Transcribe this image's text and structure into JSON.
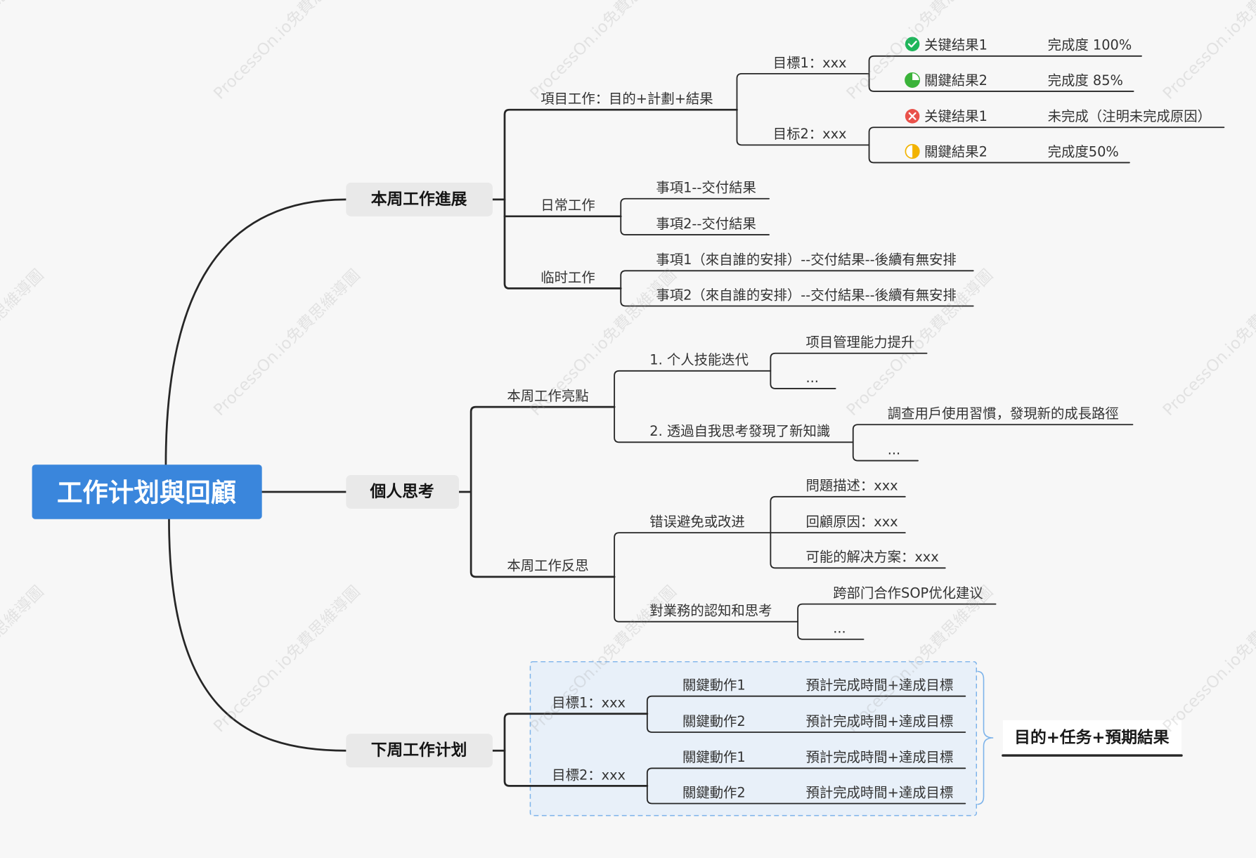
{
  "watermark": {
    "text": "ProcessOn.io免費思維導圖"
  },
  "colors": {
    "background": "#f7f7f7",
    "root": "#3a86dc",
    "line": "#262626",
    "main_topic": "#e9e9e9",
    "boundary": "#7db3ea",
    "boundary_fill": "#e8f0f9",
    "done": "#1db65a",
    "progress": "#3bb33a",
    "failed": "#e9514a",
    "half": "#f2b300"
  },
  "root": {
    "title": "工作计划與回顧"
  },
  "progress": {
    "label": "本周工作進展",
    "project": {
      "label": "項目工作：目的+計劃+結果",
      "goals": [
        {
          "label": "目標1：xxx",
          "results": [
            {
              "label": "关键结果1",
              "status": "完成度 100%",
              "icon": "check-icon"
            },
            {
              "label": "關鍵結果2",
              "status": "完成度 85%",
              "icon": "progress-three-quarter-icon"
            }
          ]
        },
        {
          "label": "目标2：xxx",
          "results": [
            {
              "label": "关键结果1",
              "status": "未完成（注明未完成原因）",
              "icon": "cross-icon"
            },
            {
              "label": "關鍵結果2",
              "status": "完成度50%",
              "icon": "progress-half-icon"
            }
          ]
        }
      ]
    },
    "daily": {
      "label": "日常工作",
      "items": [
        "事項1--交付結果",
        "事項2--交付結果"
      ]
    },
    "adhoc": {
      "label": "临时工作",
      "items": [
        "事項1（來自誰的安排）--交付結果--後續有無安排",
        "事項2（來自誰的安排）--交付結果--後續有無安排"
      ]
    }
  },
  "thinking": {
    "label": "個人思考",
    "highlights": {
      "label": "本周工作亮點",
      "groups": [
        {
          "label": "1. 个人技能迭代",
          "items": [
            "项目管理能力提升",
            "..."
          ]
        },
        {
          "label": "2. 透過自我思考發現了新知識",
          "items": [
            "調查用戶使用習慣，發現新的成長路徑",
            "..."
          ]
        }
      ]
    },
    "reflection": {
      "label": "本周工作反思",
      "groups": [
        {
          "label": "错误避免或改进",
          "items": [
            "問題描述：xxx",
            "回顧原因：xxx",
            "可能的解决方案：xxx"
          ]
        },
        {
          "label": "對業務的認知和思考",
          "items": [
            "跨部门合作SOP优化建议",
            "..."
          ]
        }
      ]
    }
  },
  "next_week": {
    "label": "下周工作计划",
    "goals": [
      {
        "label": "目標1：xxx",
        "actions": [
          {
            "label": "關鍵動作1",
            "detail": "預計完成時間+達成目標"
          },
          {
            "label": "關鍵動作2",
            "detail": "預計完成時間+達成目標"
          }
        ]
      },
      {
        "label": "目標2：xxx",
        "actions": [
          {
            "label": "關鍵動作1",
            "detail": "預計完成時間+達成目標"
          },
          {
            "label": "關鍵動作2",
            "detail": "預計完成時間+達成目標"
          }
        ]
      }
    ],
    "summary": "目的+任务+預期結果"
  }
}
